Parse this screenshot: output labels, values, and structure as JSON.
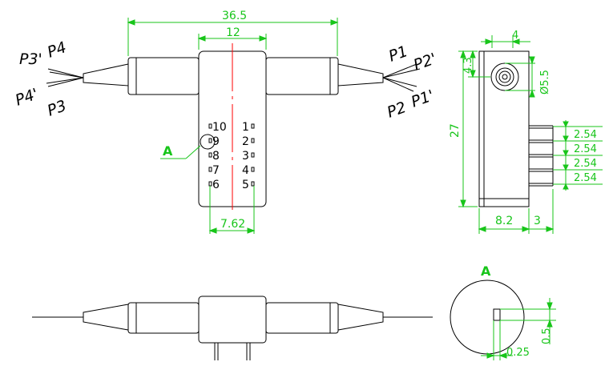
{
  "dimensions": {
    "overall_length": "36.5",
    "body_width": "12",
    "pin_spacing_x": "7.62",
    "height": "27",
    "depth": "4",
    "fiber_offset": "4.3",
    "diameter": "Ø5.5",
    "pitch": [
      "2.54",
      "2.54",
      "2.54",
      "2.54"
    ],
    "side_body": "8.2",
    "side_pin": "3",
    "detail_pin_h": "0.5",
    "detail_pin_w": "0.25"
  },
  "ports": {
    "left": [
      "P3'",
      "P4",
      "P4'",
      "P3"
    ],
    "right": [
      "P1",
      "P2'",
      "P1'",
      "P2"
    ]
  },
  "pins": {
    "left": [
      "10",
      "9",
      "8",
      "7",
      "6"
    ],
    "right": [
      "1",
      "2",
      "3",
      "4",
      "5"
    ]
  },
  "labels": {
    "detail": "A",
    "detail_title": "A"
  },
  "colors": {
    "dimension": "#18c51a",
    "centerline": "#ff0000",
    "outline": "#000000"
  }
}
